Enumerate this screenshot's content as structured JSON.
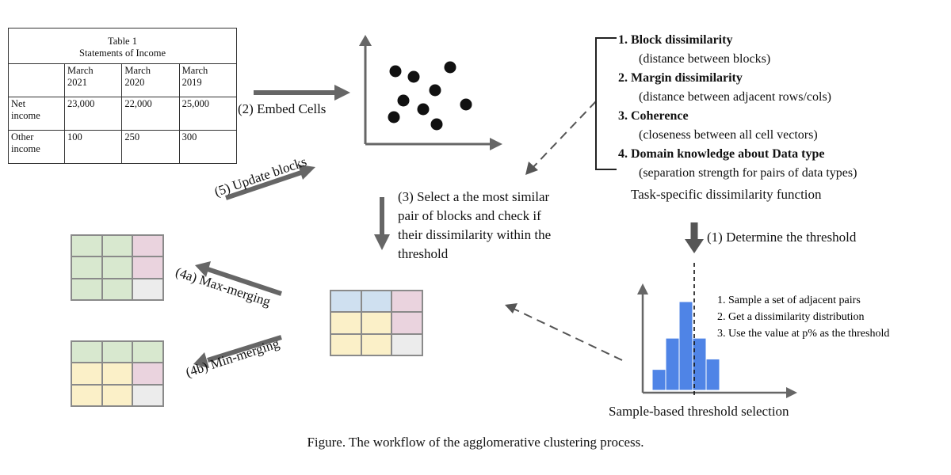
{
  "income_table": {
    "title": "Table 1",
    "subtitle": "Statements of Income",
    "headers": [
      [
        "March",
        "2021"
      ],
      [
        "March",
        "2020"
      ],
      [
        "March",
        "2019"
      ]
    ],
    "rows": [
      {
        "label": [
          "Net",
          "income"
        ],
        "values": [
          "23,000",
          "22,000",
          "25,000"
        ]
      },
      {
        "label": [
          "Other",
          "income"
        ],
        "values": [
          "100",
          "250",
          "300"
        ]
      }
    ]
  },
  "steps": {
    "embed": "(2) Embed Cells",
    "select": [
      "(3) Select a the most similar",
      "pair of blocks and check if",
      "their dissimilarity within the",
      "threshold"
    ],
    "update": "(5) Update blocks",
    "max_merging": "(4a) Max-merging",
    "min_merging": "(4b) Min-merging",
    "determine": "(1)  Determine the threshold"
  },
  "dissimilarity": {
    "items": [
      {
        "num": "1.",
        "title": "Block dissimilarity",
        "desc": "(distance between blocks)"
      },
      {
        "num": "2.",
        "title": "Margin dissimilarity",
        "desc": "(distance between adjacent rows/cols)"
      },
      {
        "num": "3.",
        "title": "Coherence",
        "desc": "(closeness between all cell vectors)"
      },
      {
        "num": "4.",
        "title": "Domain knowledge about Data type",
        "desc": "(separation strength for pairs of data types)"
      }
    ],
    "caption": "Task-specific dissimilarity function"
  },
  "threshold": {
    "steps": [
      "1.  Sample a set of adjacent pairs",
      "2.  Get a dissimilarity distribution",
      "3.  Use the value at p% as the threshold"
    ],
    "caption": "Sample-based threshold selection",
    "histogram": [
      0.2,
      0.5,
      0.85,
      0.5,
      0.3
    ],
    "bar_color": "#4f84e6"
  },
  "grids": {
    "center": [
      "blue",
      "blue",
      "pink",
      "yellow",
      "yellow",
      "pink",
      "yellow",
      "yellow",
      "gray"
    ],
    "max": [
      "green",
      "green",
      "pink",
      "green",
      "green",
      "pink",
      "green",
      "green",
      "gray"
    ],
    "min": [
      "green",
      "green",
      "green",
      "yellow",
      "yellow",
      "pink",
      "yellow",
      "yellow",
      "gray"
    ]
  },
  "figure_caption": "Figure. The workflow of the agglomerative clustering process."
}
